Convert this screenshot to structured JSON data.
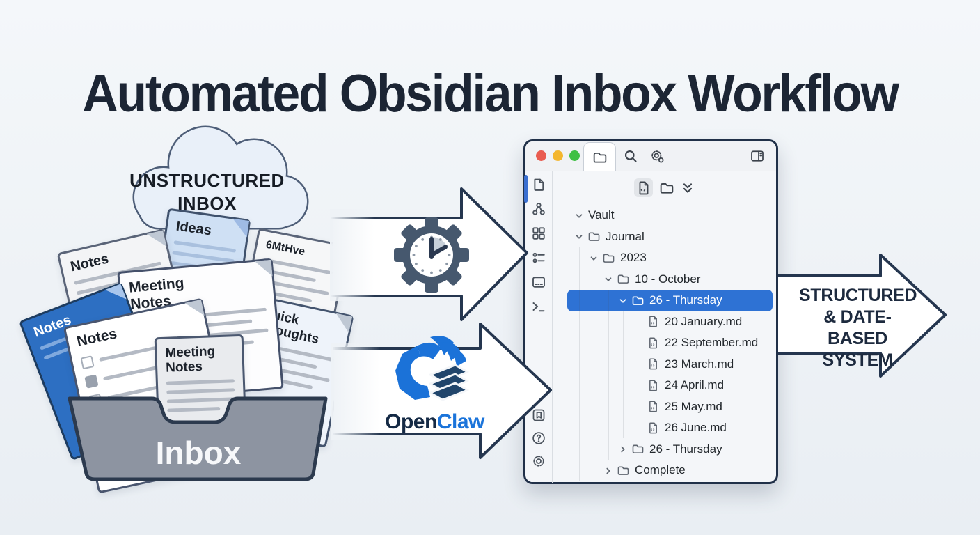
{
  "title": "Automated Obsidian Inbox Workflow",
  "colors": {
    "accent_blue": "#2e72d4",
    "outline_navy": "#25364f",
    "note_blue": "#2d6fc2",
    "logo_blue": "#1b72d8",
    "logo_navy": "#21456b",
    "traffic_red": "#e95c50",
    "traffic_yellow": "#f3b62e",
    "traffic_green": "#3fc043"
  },
  "cloud": {
    "label": "UNSTRUCTURED\nINBOX"
  },
  "notes": [
    {
      "label": "Ideas"
    },
    {
      "label": "Notes"
    },
    {
      "label": "6MtHve"
    },
    {
      "label": "Notes"
    },
    {
      "label": "Quick Thoughts"
    },
    {
      "label": "Meeting Notes"
    },
    {
      "label": "Notes"
    },
    {
      "label": "Notes"
    },
    {
      "label": "Meeting Notes"
    }
  ],
  "inbox": {
    "label": "Inbox"
  },
  "automation": {
    "logo_primary": "Open",
    "logo_accent": "Claw"
  },
  "output_arrow": {
    "label": "STRUCTURED\n& DATE-BASED\nSYSTEM"
  },
  "window": {
    "ribbon_top": [
      "files-icon",
      "graph-icon",
      "canvas-icon",
      "tasks-icon",
      "card-icon",
      "terminal-icon"
    ],
    "ribbon_bottom": [
      "bookmark-icon",
      "help-icon",
      "settings-icon"
    ],
    "tree": [
      {
        "label": "Vault",
        "level": 0,
        "chevron": "down",
        "icon": null,
        "selected": false
      },
      {
        "label": "Journal",
        "level": 0,
        "chevron": "down",
        "icon": "folder",
        "selected": false
      },
      {
        "label": "2023",
        "level": 1,
        "chevron": "down",
        "icon": "folder",
        "selected": false
      },
      {
        "label": "10 - October",
        "level": 2,
        "chevron": "down",
        "icon": "folder",
        "selected": false
      },
      {
        "label": "26 - Thursday",
        "level": 3,
        "chevron": "down",
        "icon": "folder",
        "selected": true
      },
      {
        "label": "20 January.md",
        "level": 5,
        "chevron": null,
        "icon": "file",
        "selected": false
      },
      {
        "label": "22 September.md",
        "level": 5,
        "chevron": null,
        "icon": "file",
        "selected": false
      },
      {
        "label": "23 March.md",
        "level": 5,
        "chevron": null,
        "icon": "file",
        "selected": false
      },
      {
        "label": "24 April.md",
        "level": 5,
        "chevron": null,
        "icon": "file",
        "selected": false
      },
      {
        "label": "25 May.md",
        "level": 5,
        "chevron": null,
        "icon": "file",
        "selected": false
      },
      {
        "label": "26 June.md",
        "level": 5,
        "chevron": null,
        "icon": "file",
        "selected": false
      },
      {
        "label": "26 - Thursday",
        "level": 3,
        "chevron": "right",
        "icon": "folder",
        "selected": false
      },
      {
        "label": "Complete",
        "level": 2,
        "chevron": "right",
        "icon": "folder",
        "selected": false
      }
    ]
  }
}
